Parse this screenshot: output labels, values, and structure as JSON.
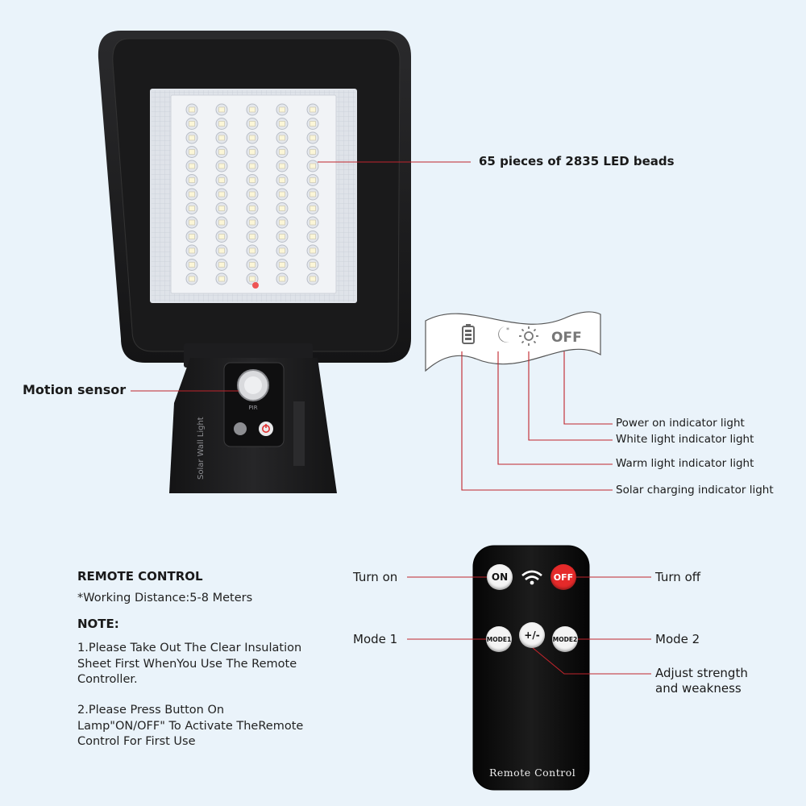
{
  "callouts": {
    "led_beads": "65 pieces of 2835 LED beads",
    "motion_sensor": "Motion sensor",
    "power_on": "Power on indicator light",
    "white_light": "White light indicator light",
    "warm_light": "Warm light indicator light",
    "solar_charging": "Solar charging indicator light"
  },
  "panel": {
    "off_label": "OFF"
  },
  "lamp": {
    "side_label": "Solar Wall Light",
    "pir_label": "PIR",
    "colors": {
      "body": "#1c1c1e",
      "led_panel": "#f1f3f6",
      "power_button": "#e03030"
    }
  },
  "remote_info": {
    "heading": "REMOTE CONTROL",
    "distance": "*Working Distance:5-8 Meters",
    "note_heading": "NOTE:",
    "note1": "1.Please Take Out The Clear Insulation\nSheet First WhenYou Use The Remote\nController.",
    "note2": "2.Please Press Button On\nLamp\"ON/OFF\" To Activate TheRemote\nControl For First Use"
  },
  "remote": {
    "on_button": "ON",
    "off_button": "OFF",
    "mode1_button": "MODE1",
    "plusminus_button": "+/-",
    "mode2_button": "MODE2",
    "footer": "Remote Control",
    "colors": {
      "body": "#111111",
      "off_button": "#e52a2a"
    }
  },
  "remote_labels": {
    "turn_on": "Turn on",
    "turn_off": "Turn off",
    "mode1": "Mode 1",
    "mode2": "Mode 2",
    "adjust": "Adjust strength\nand weakness"
  },
  "colors": {
    "background": "#eaf3fa",
    "leader_line": "#c0242c"
  }
}
